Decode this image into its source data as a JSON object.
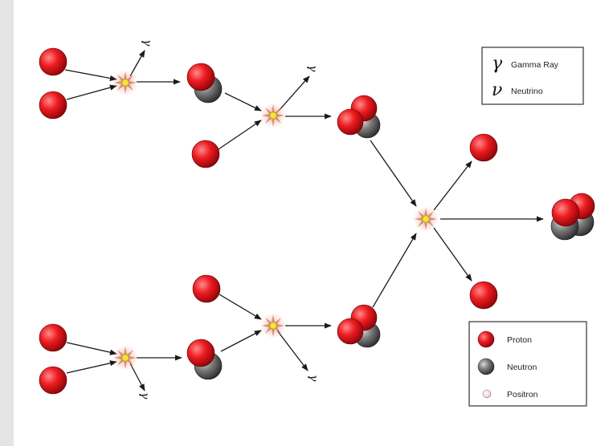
{
  "symbols": {
    "gamma": "γ",
    "nu": "ν"
  },
  "legend_top": {
    "gamma_label": "Gamma Ray",
    "neutrino_label": "Neutrino"
  },
  "legend_bottom": {
    "proton_label": "Proton",
    "neutron_label": "Neutron",
    "positron_label": "Positron"
  },
  "colors": {
    "proton": "#e8141b",
    "neutron": "#6a6a6a",
    "positron": "#f2d8d8",
    "flash": "#f4e33a"
  }
}
